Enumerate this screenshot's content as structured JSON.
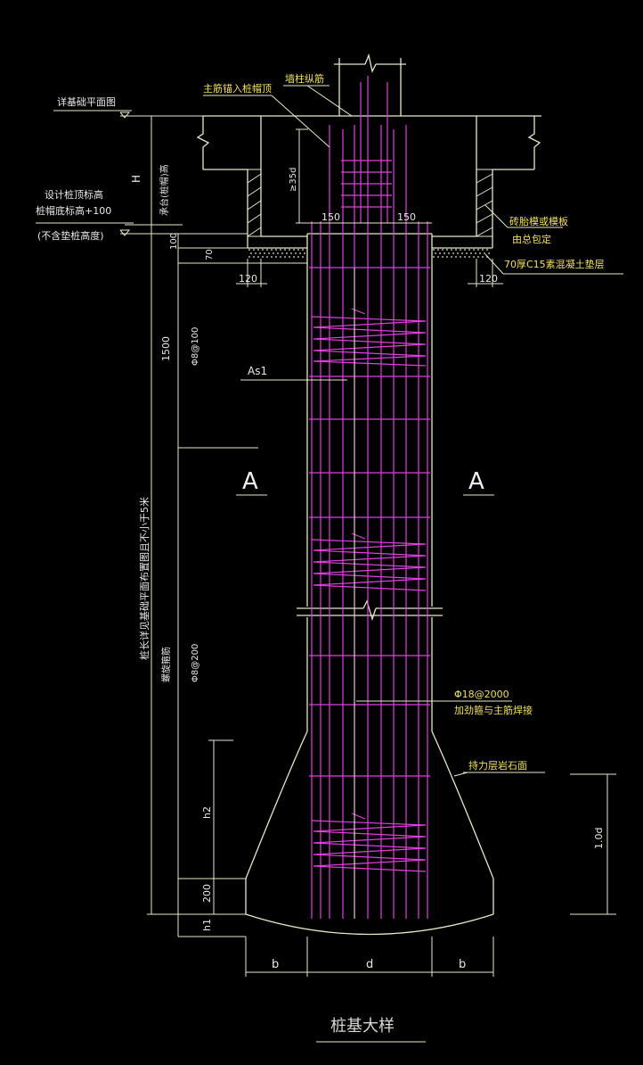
{
  "title": "桩基大样",
  "colors": {
    "background": "#000000",
    "outline": "#e8e8c8",
    "rebar": "#e040e0",
    "text_yellow": "#f0e060",
    "text_white": "#e8e8e8",
    "section_marker": "#f0f0f0"
  },
  "labels": {
    "pile_cap_plan": "详基础平面图",
    "design_top_1": "设计桩顶标高",
    "design_top_2": "桩帽底标高+100",
    "design_top_3": "(不含垫桩高度)",
    "main_rebar_anchor": "主筋锚入桩帽顶",
    "column_rebar": "墙柱纵筋",
    "cap_height": "承台(桩帽)高",
    "anchor_len": "≥35d",
    "brick_form_1": "砖胎模或模板",
    "brick_form_2": "由总包定",
    "cushion": "70厚C15素混凝土垫层",
    "h_label": "H",
    "dim_100": "100",
    "dim_70": "70",
    "dim_120_left": "120",
    "dim_120_right": "120",
    "dim_150_left": "150",
    "dim_150_right": "150",
    "dim_1500": "1500",
    "stirrup_dense": "Φ8@100",
    "as1": "As1",
    "section_a_left": "A",
    "section_a_right": "A",
    "pile_length": "桩长详见基础平面布置图且不小于5米",
    "spiral_stirrup": "螺旋箍筋",
    "stirrup_sparse": "Φ8@200",
    "hoop_rebar_1": "Φ18@2000",
    "hoop_rebar_2": "加劲箍与主筋焊接",
    "bearing_layer": "持力层岩石面",
    "h2": "h2",
    "dim_200": "200",
    "h1": "h1",
    "dim_1_0d": "1.0d",
    "b_left": "b",
    "d_label": "d",
    "b_right": "b"
  }
}
